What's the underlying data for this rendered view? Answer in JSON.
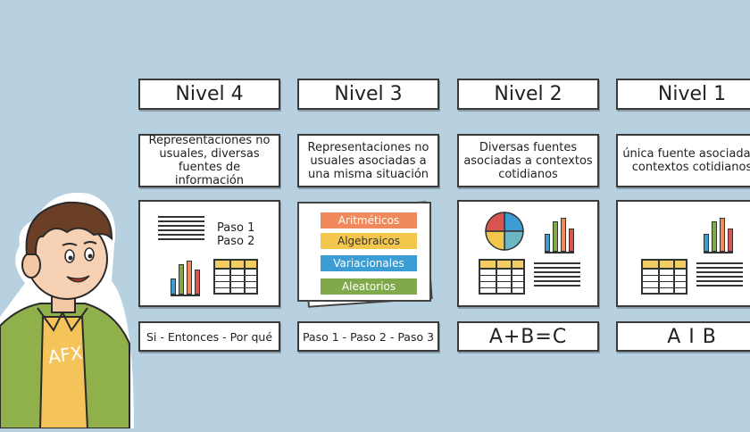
{
  "levels": [
    {
      "title": "Nivel 4",
      "description": "Representaciones no usuales, diversas fuentes de información",
      "steps": [
        "Paso 1",
        "Paso 2"
      ],
      "footer": "Si - Entonces - Por qué"
    },
    {
      "title": "Nivel 3",
      "description": "Representaciones no usuales asociadas a una misma situación",
      "categories": [
        {
          "label": "Aritméticos",
          "color": "#f08a5d"
        },
        {
          "label": "Algebraicos",
          "color": "#f3c74c"
        },
        {
          "label": "Variacionales",
          "color": "#3b9dd4"
        },
        {
          "label": "Aleatorios",
          "color": "#7fa94a"
        }
      ],
      "footer": "Paso 1 - Paso 2 - Paso 3"
    },
    {
      "title": "Nivel 2",
      "description": "Diversas fuentes asociadas a contextos cotidianos",
      "footer": "A+B=C"
    },
    {
      "title": "Nivel 1",
      "description": "única fuente asociada a contextos cotidianos",
      "footer": "A I B"
    }
  ],
  "colors": {
    "background": "#b7d1e0",
    "table_header": "#f3cd62",
    "bar_green": "#7fa94a",
    "bar_orange": "#f08a5d",
    "bar_red": "#d9534f",
    "bar_blue": "#3b9dd4",
    "pie_slices": [
      "#f3c74c",
      "#6db7c4",
      "#3b9dd4",
      "#d9534f"
    ]
  },
  "character": {
    "shirt_text": "AFX"
  }
}
